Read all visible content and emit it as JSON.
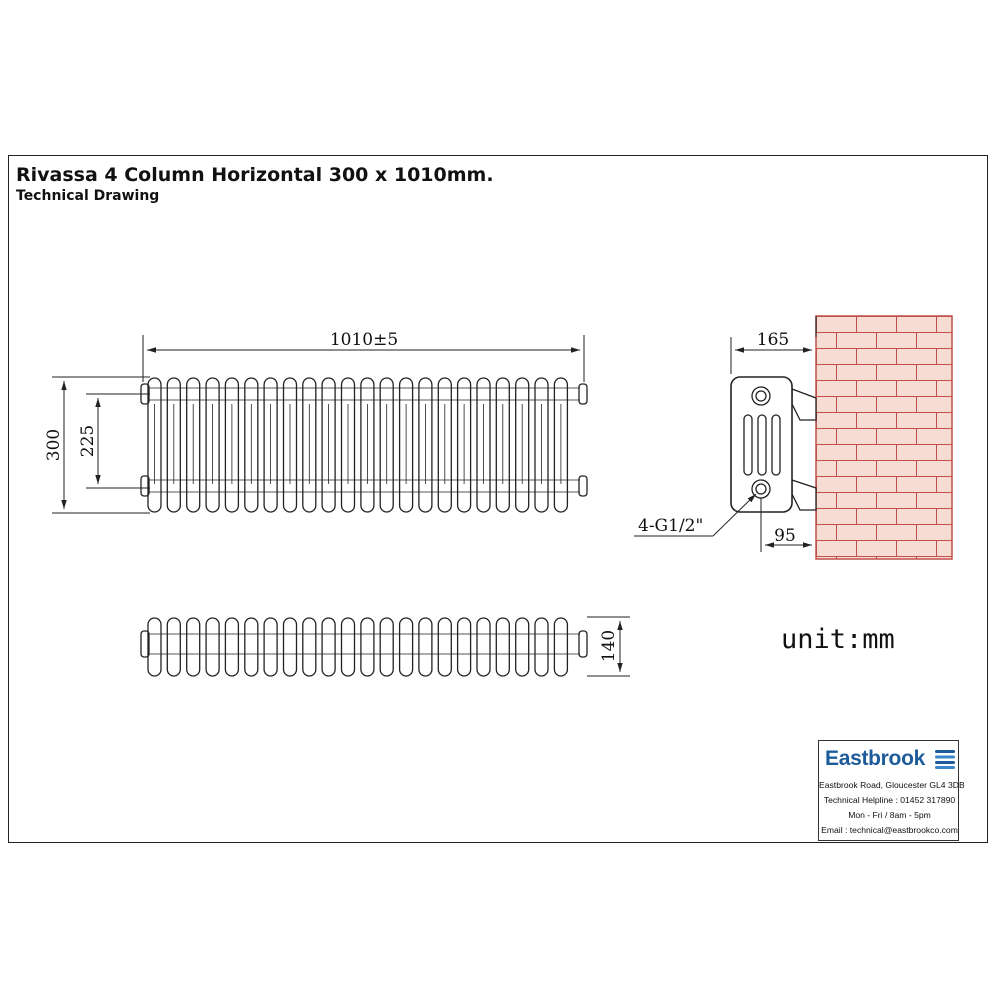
{
  "header": {
    "title": "Rivassa 4 Column Horizontal 300 x 1010mm.",
    "subtitle": "Technical Drawing"
  },
  "dimensions": {
    "width": "1010±5",
    "height": "300",
    "centres": "225",
    "depth": "140",
    "wall_projection": "165",
    "bracket_offset": "95",
    "connections": "4-G1/2\""
  },
  "unit_label": "unit:mm",
  "info_box": {
    "brand": "Eastbrook",
    "address": "Eastbrook Road, Gloucester GL4 3DB",
    "helpline": "Technical Helpline : 01452 317890",
    "hours": "Mon - Fri / 8am - 5pm",
    "email": "Email : technical@eastbrookco.com"
  },
  "colors": {
    "line": "#222222",
    "brick_fill": "#f6dcd2",
    "brick_line": "#c0504d",
    "brand": "#1d5b9a"
  },
  "icons": [
    "brand-waves-icon"
  ]
}
